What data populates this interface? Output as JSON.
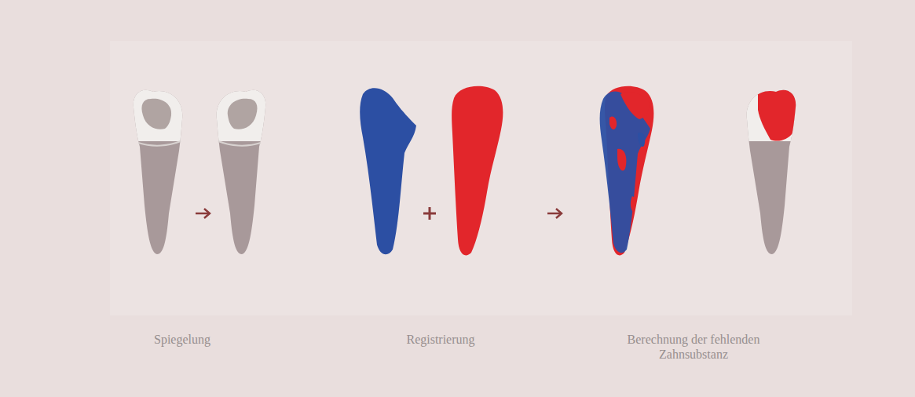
{
  "diagram": {
    "labels": [
      "Spiegelung",
      "Registrierung",
      "Berechnung der fehlenden Zahnsubstanz"
    ]
  }
}
